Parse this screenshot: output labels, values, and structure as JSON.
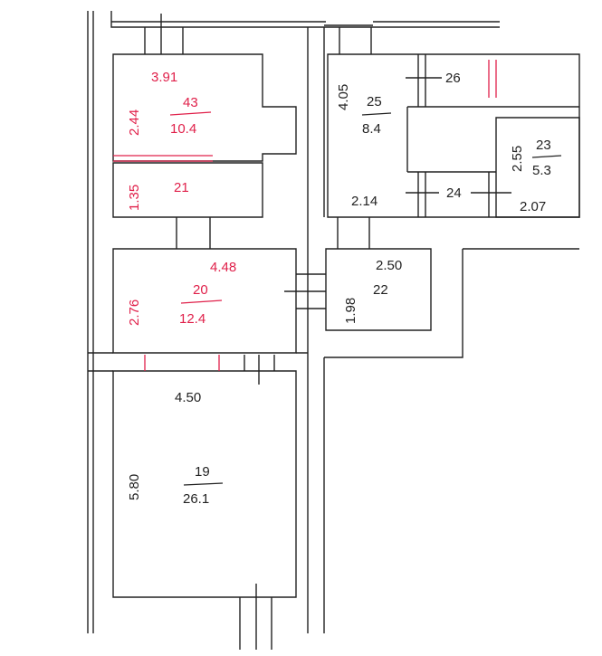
{
  "colors": {
    "ink": "#222222",
    "accent": "#e0204a",
    "paper": "#ffffff"
  },
  "rooms": [
    {
      "id": "43",
      "area": "10.4",
      "dims": [
        "3.91",
        "2.44"
      ],
      "color": "red"
    },
    {
      "id": "21",
      "area": "",
      "dims": [
        "1.35"
      ],
      "color": "red"
    },
    {
      "id": "20",
      "area": "12.4",
      "dims": [
        "4.48",
        "2.76"
      ],
      "color": "red"
    },
    {
      "id": "19",
      "area": "26.1",
      "dims": [
        "4.50",
        "5.80"
      ],
      "color": "black"
    },
    {
      "id": "25",
      "area": "8.4",
      "dims": [
        "4.05",
        "2.14"
      ],
      "color": "black"
    },
    {
      "id": "26",
      "area": "",
      "dims": [],
      "color": "black"
    },
    {
      "id": "23",
      "area": "5.3",
      "dims": [
        "2.55",
        "2.07"
      ],
      "color": "black"
    },
    {
      "id": "24",
      "area": "",
      "dims": [],
      "color": "black"
    },
    {
      "id": "22",
      "area": "",
      "dims": [
        "2.50",
        "1.98"
      ],
      "color": "black"
    }
  ]
}
